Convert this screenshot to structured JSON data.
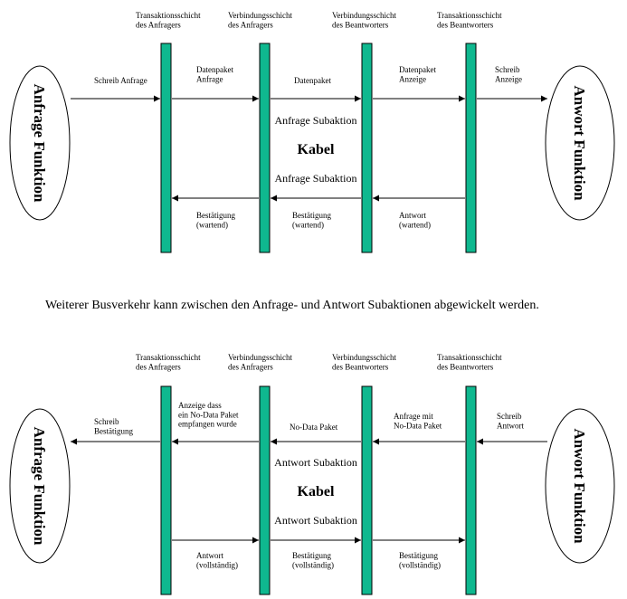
{
  "colors": {
    "bar_fill": "#0fb88f",
    "bar_stroke": "#000000",
    "line": "#000000",
    "background": "#ffffff"
  },
  "layers": {
    "requester_transaction": [
      "Transaktionsschicht",
      "des Anfragers"
    ],
    "requester_link": [
      "Verbindungsschicht",
      "des Anfragers"
    ],
    "responder_link": [
      "Verbindungsschicht",
      "des Beantworters"
    ],
    "responder_transaction": [
      "Transaktionsschicht",
      "des Beantworters"
    ]
  },
  "request_function": "Anfrage Funktion",
  "response_function": "Anwort Funktion",
  "cable": "Kabel",
  "bus_note": "Weiterer Busverkehr kann zwischen den Anfrage- und Antwort Subaktionen abgewickelt werden.",
  "top": {
    "msg_schreib_anfrage": [
      "Schreib Anfrage"
    ],
    "msg_datenpaket_anfrage": [
      "Datenpaket",
      "Anfrage"
    ],
    "msg_datenpaket": [
      "Datenpaket"
    ],
    "msg_datenpaket_anzeige": [
      "Datenpaket",
      "Anzeige"
    ],
    "msg_schreib_anzeige": [
      "Schreib",
      "Anzeige"
    ],
    "subaction_upper": "Anfrage Subaktion",
    "subaction_lower": "Anfrage Subaktion",
    "msg_bestaetigung_1": [
      "Bestätigung",
      "(wartend)"
    ],
    "msg_bestaetigung_2": [
      "Bestätigung",
      "(wartend)"
    ],
    "msg_antwort": [
      "Antwort",
      "(wartend)"
    ]
  },
  "bottom": {
    "msg_schreib_bestaetigung": [
      "Schreib",
      "Bestätigung"
    ],
    "msg_anzeige_no_data": [
      "Anzeige dass",
      "ein No-Data Paket",
      "empfangen wurde"
    ],
    "msg_no_data_paket": [
      "No-Data Paket"
    ],
    "msg_anfrage_mit_no_data": [
      "Anfrage mit",
      "No-Data Paket"
    ],
    "msg_schreib_antwort": [
      "Schreib",
      "Antwort"
    ],
    "subaction_upper": "Antwort Subaktion",
    "subaction_lower": "Antwort Subaktion",
    "msg_antwort": [
      "Antwort",
      "(vollständig)"
    ],
    "msg_bestaetigung_1": [
      "Bestätigung",
      "(vollständig)"
    ],
    "msg_bestaetigung_2": [
      "Bestätigung",
      "(vollständig)"
    ]
  }
}
